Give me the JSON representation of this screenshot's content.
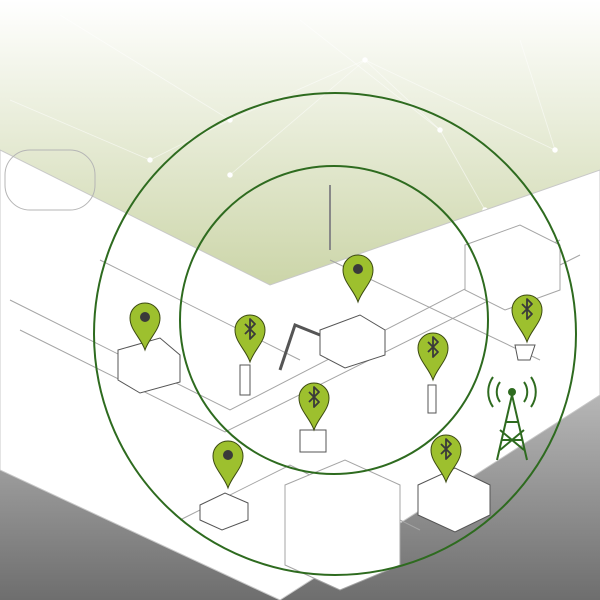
{
  "colors": {
    "sky_top": "#ffffff",
    "sky_bottom": "#9fb15a",
    "ground_shadow": "#7a7a7a",
    "platform": "#ffffff",
    "line_art": "#9a9a9a",
    "range_ring": "#2e6b1f",
    "pin_fill": "#9dc02e",
    "pin_stroke": "#3c4a12",
    "pin_icon": "#3a3a3a"
  },
  "range_rings": [
    {
      "name": "outer-range-ring"
    },
    {
      "name": "inner-range-ring"
    }
  ],
  "pins": [
    {
      "name": "truck-location-pin",
      "icon": "dot-icon"
    },
    {
      "name": "excavator-location-pin",
      "icon": "dot-icon"
    },
    {
      "name": "van-location-pin",
      "icon": "dot-icon"
    },
    {
      "name": "breaker-bluetooth-pin",
      "icon": "bluetooth-icon"
    },
    {
      "name": "jackhammer-bluetooth-pin",
      "icon": "bluetooth-icon"
    },
    {
      "name": "compactor-bluetooth-pin",
      "icon": "bluetooth-icon"
    },
    {
      "name": "bucket-bluetooth-pin",
      "icon": "bluetooth-icon"
    },
    {
      "name": "container-bluetooth-pin",
      "icon": "bluetooth-icon"
    }
  ],
  "tower": {
    "icon": "cell-tower-icon"
  }
}
